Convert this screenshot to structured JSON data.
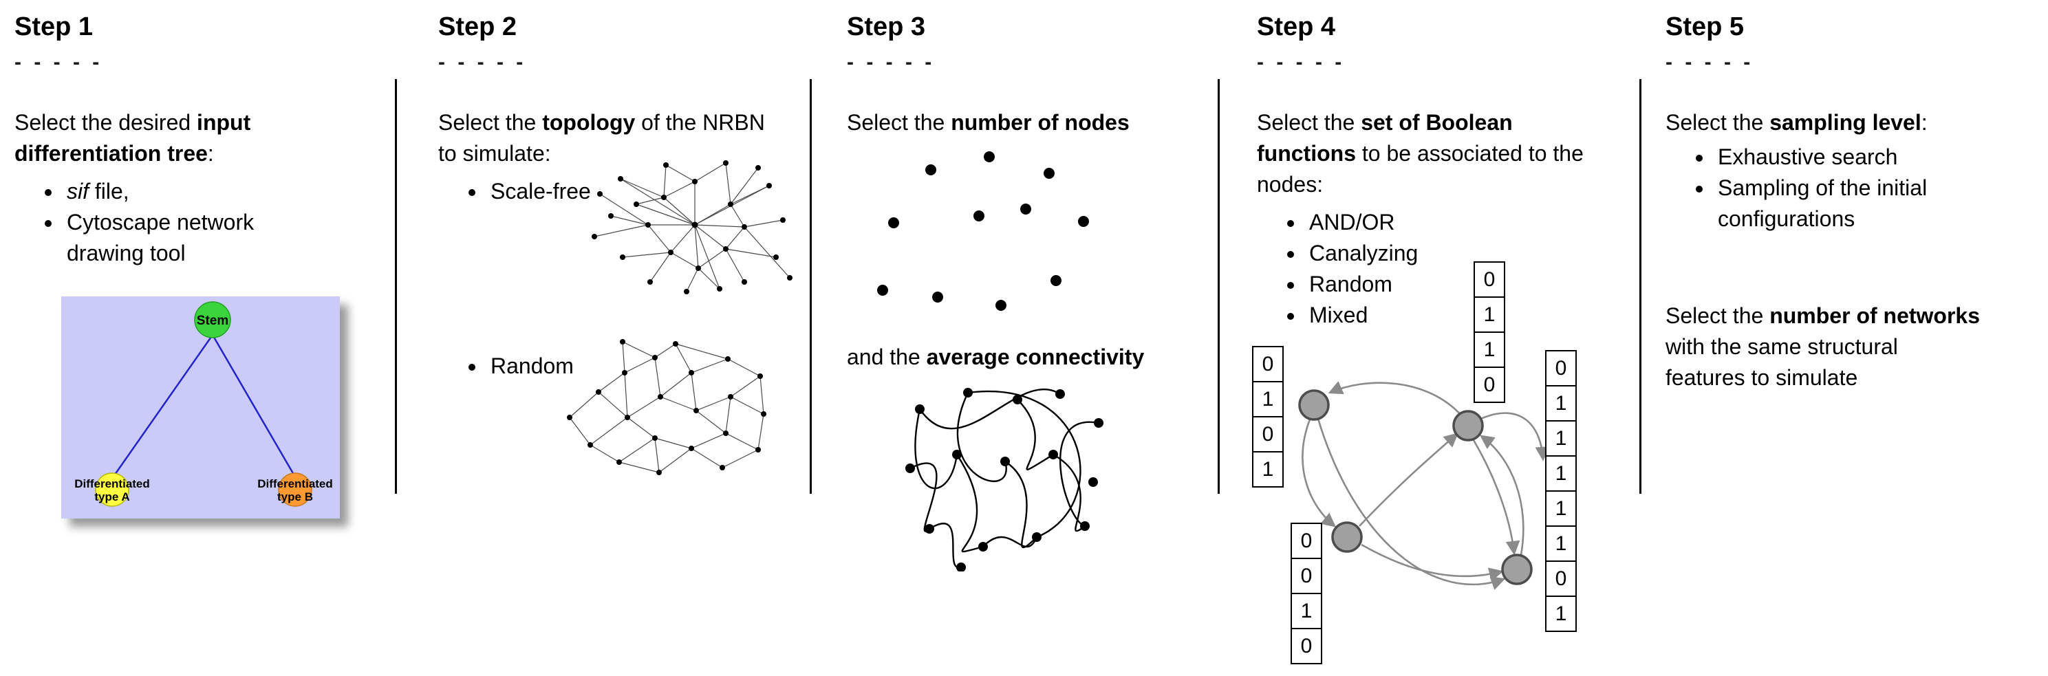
{
  "steps": [
    {
      "title": "Step 1",
      "dashes": "- - - - -",
      "intro": {
        "pre": "Select the desired ",
        "bold": "input differentiation tree",
        "post": ":"
      },
      "bullets": [
        {
          "italic": "sif",
          "text": " file,"
        },
        {
          "text": "Cytoscape network drawing tool"
        }
      ],
      "tree": {
        "stem_label": "Stem",
        "left_label": {
          "line1": "Differentiated",
          "line2": "type A"
        },
        "right_label": {
          "line1": "Differentiated",
          "line2": "type B"
        },
        "stem_color": "#3cd43c",
        "left_color": "#ffff42",
        "right_color": "#ff9a33",
        "background_color": "#cbcbf9",
        "edge_color": "#2323cc"
      }
    },
    {
      "title": "Step 2",
      "dashes": "- - - - -",
      "intro": {
        "pre": "Select the ",
        "bold": "topology",
        "post": " of the NRBN to simulate:"
      },
      "bullets": [
        {
          "text": "Scale-free"
        },
        {
          "text": "Random"
        }
      ]
    },
    {
      "title": "Step 3",
      "dashes": "- - - - -",
      "intro": {
        "pre": "Select the ",
        "bold": "number of nodes",
        "post": ""
      },
      "connectivity": {
        "pre": "and the ",
        "bold": "average connectivity",
        "post": ""
      }
    },
    {
      "title": "Step 4",
      "dashes": "- - - - -",
      "intro": {
        "pre": "Select the ",
        "bold": "set of Boolean functions",
        "post": " to be associated to the nodes:"
      },
      "bullets": [
        {
          "text": "AND/OR"
        },
        {
          "text": "Canalyzing"
        },
        {
          "text": "Random"
        },
        {
          "text": "Mixed"
        }
      ],
      "truth_tables": {
        "top": [
          "0",
          "1",
          "1",
          "0"
        ],
        "left": [
          "0",
          "1",
          "0",
          "1"
        ],
        "right": [
          "0",
          "1",
          "1",
          "1",
          "1",
          "1",
          "0",
          "1"
        ],
        "bottom": [
          "0",
          "0",
          "1",
          "0"
        ]
      }
    },
    {
      "title": "Step 5",
      "dashes": "- - - - -",
      "intro": {
        "pre": "Select the ",
        "bold": "sampling level",
        "post": ":"
      },
      "bullets": [
        {
          "text": "Exhaustive search"
        },
        {
          "text": "Sampling of the initial configurations"
        }
      ],
      "networks": {
        "pre": "Select the ",
        "bold": "number of networks",
        "post": " with the same structural features to simulate"
      }
    }
  ]
}
